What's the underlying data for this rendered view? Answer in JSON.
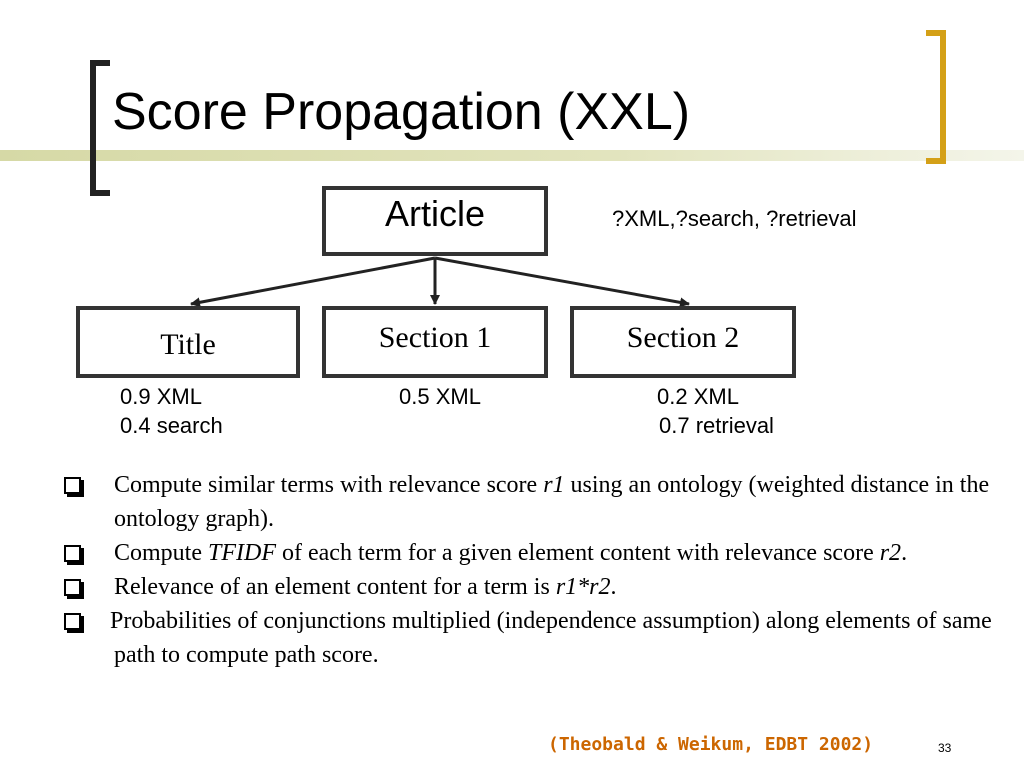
{
  "slide": {
    "title": "Score Propagation (XXL)",
    "page_number": "33"
  },
  "diagram": {
    "root": {
      "label": "Article"
    },
    "query": "?XML,?search, ?retrieval",
    "children": [
      {
        "label": "Title",
        "scores": [
          "0.9 XML",
          "0.4 search"
        ]
      },
      {
        "label": "Section 1",
        "scores": [
          "0.5 XML"
        ]
      },
      {
        "label": "Section 2",
        "scores": [
          "0.2 XML",
          "0.7 retrieval"
        ]
      }
    ]
  },
  "bullets": [
    {
      "parts": [
        {
          "text": "Compute similar terms with relevance score ",
          "italic": false
        },
        {
          "text": "r1",
          "italic": true
        },
        {
          "text": " using an ontology (weighted distance in the ontology graph).",
          "italic": false
        }
      ]
    },
    {
      "parts": [
        {
          "text": "Compute ",
          "italic": false
        },
        {
          "text": "TFIDF",
          "italic": true
        },
        {
          "text": " of each term for a given element content with relevance score ",
          "italic": false
        },
        {
          "text": "r2",
          "italic": true
        },
        {
          "text": ".",
          "italic": false
        }
      ]
    },
    {
      "parts": [
        {
          "text": "Relevance of an element content for a term is ",
          "italic": false
        },
        {
          "text": "r1*r2",
          "italic": true
        },
        {
          "text": ".",
          "italic": false
        }
      ]
    },
    {
      "parts": [
        {
          "text": "Probabilities of conjunctions multiplied (independence assumption) along elements of same path to compute path score.",
          "italic": false
        }
      ]
    }
  ],
  "citation": "(Theobald & Weikum, EDBT 2002)",
  "colors": {
    "accent_bracket": "#d4a017",
    "citation": "#cc6600",
    "deco_bar": "#d6d9a6"
  }
}
